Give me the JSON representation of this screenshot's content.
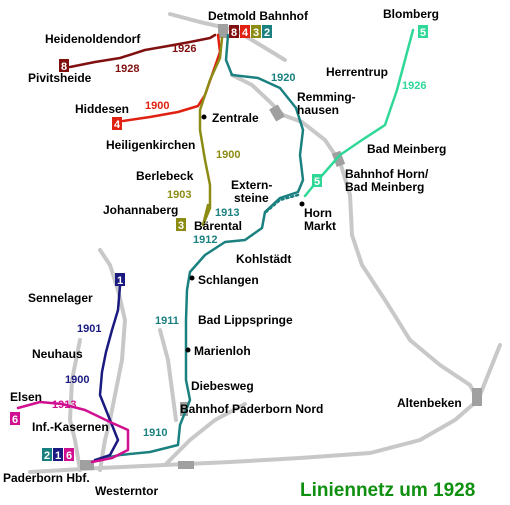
{
  "title": "Liniennetz um 1928",
  "colors": {
    "rail": "#c8c8c8",
    "station": "#a0a0a0",
    "line_1": "#1a1a80",
    "line_2": "#1a8080",
    "line_3": "#8c8c14",
    "line_4": "#e02010",
    "line_5": "#30d898",
    "line_6": "#d01090",
    "line_8": "#801010",
    "title": "#109010"
  },
  "places": {
    "detmold_bahnhof": "Detmold Bahnhof",
    "blomberg": "Blomberg",
    "heidenoldendorf": "Heidenoldendorf",
    "pivitsheide": "Pivitsheide",
    "herrentrup": "Herrentrup",
    "remminghausen_1": "Remming-",
    "remminghausen_2": "hausen",
    "hiddesen": "Hiddesen",
    "zentrale": "Zentrale",
    "heiligenkirchen": "Heiligenkirchen",
    "bad_meinberg": "Bad Meinberg",
    "bahnhof_horn_1": "Bahnhof Horn/",
    "bahnhof_horn_2": "Bad Meinberg",
    "berlebeck": "Berlebeck",
    "externsteine_1": "Extern-",
    "externsteine_2": "steine",
    "johannaberg": "Johannaberg",
    "baerental": "Bärental",
    "horn_markt_1": "Horn",
    "horn_markt_2": "Markt",
    "kohlstaedt": "Kohlstädt",
    "schlangen": "Schlangen",
    "sennelager": "Sennelager",
    "bad_lippspringe": "Bad Lippspringe",
    "neuhaus": "Neuhaus",
    "marienloh": "Marienloh",
    "diebesweg": "Diebesweg",
    "elsen": "Elsen",
    "bahnhof_paderborn_nord": "Bahnhof Paderborn Nord",
    "altenbeken": "Altenbeken",
    "inf_kasernen": "Inf.-Kasernen",
    "paderborn_hbf": "Paderborn Hbf.",
    "westerntor": "Westerntor"
  },
  "years": {
    "heidenoldendorf": "1926",
    "pivitsheide": "1928",
    "detmold_horn": "1920",
    "blomberg": "1926",
    "hiddesen": "1900",
    "heiligenkirchen": "1900",
    "berlebeck": "1903",
    "externsteine": "1913",
    "baerental": "1912",
    "lippspringe": "1911",
    "sennelager": "1901",
    "neuhaus": "1900",
    "elsen": "1913",
    "paderborn": "1910"
  },
  "badges": {
    "detmold": [
      "8",
      "4",
      "3",
      "2"
    ],
    "blomberg": "5",
    "pivitsheide": "8",
    "hiddesen": "4",
    "horn": "5",
    "johannaberg": "3",
    "sennelager": "1",
    "elsen": "6",
    "paderborn": [
      "2",
      "1",
      "6"
    ]
  }
}
